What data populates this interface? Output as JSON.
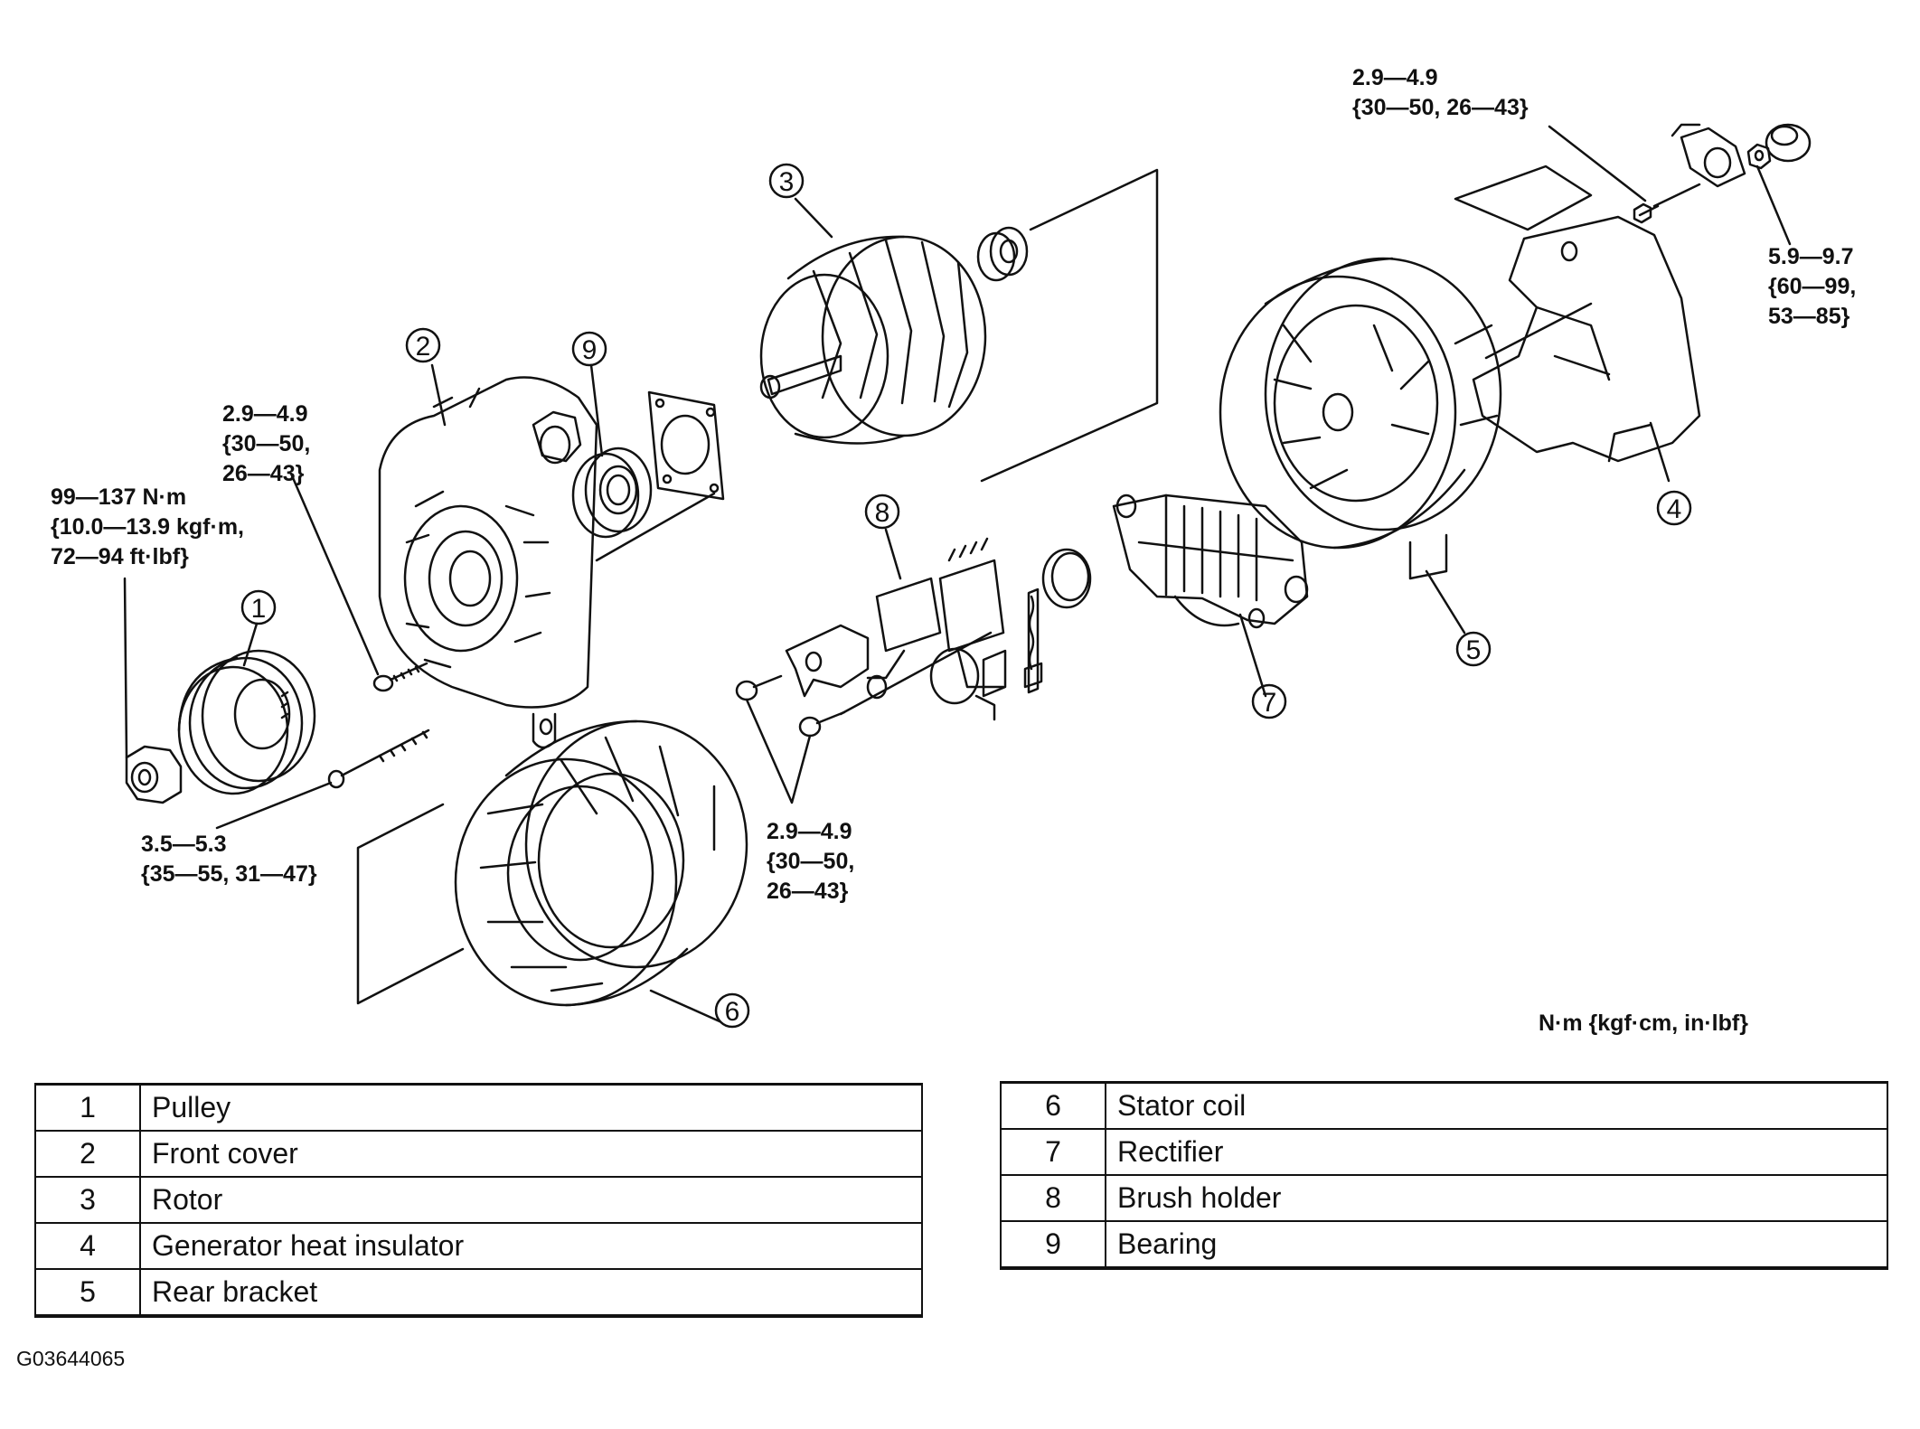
{
  "torque_specs": {
    "pulley_nut": [
      "99—137 N·m",
      "{10.0—13.9 kgf·m,",
      "72—94 ft·lbf}"
    ],
    "front_cover_bolt": [
      "2.9—4.9",
      "{30—50,",
      "26—43}"
    ],
    "through_bolt": [
      "3.5—5.3",
      "{35—55, 31—47}"
    ],
    "brush_holder_screws": [
      "2.9—4.9",
      "{30—50,",
      "26—43}"
    ],
    "rear_bolt": [
      "2.9—4.9",
      "{30—50, 26—43}"
    ],
    "terminal_nut": [
      "5.9—9.7",
      "{60—99,",
      "53—85}"
    ]
  },
  "units": "N·m {kgf·cm, in·lbf}",
  "callouts": [
    "1",
    "2",
    "3",
    "4",
    "5",
    "6",
    "7",
    "8",
    "9"
  ],
  "legend_left": [
    {
      "num": "1",
      "name": "Pulley"
    },
    {
      "num": "2",
      "name": "Front cover"
    },
    {
      "num": "3",
      "name": "Rotor"
    },
    {
      "num": "4",
      "name": "Generator heat insulator"
    },
    {
      "num": "5",
      "name": "Rear bracket"
    }
  ],
  "legend_right": [
    {
      "num": "6",
      "name": "Stator coil"
    },
    {
      "num": "7",
      "name": "Rectifier"
    },
    {
      "num": "8",
      "name": "Brush holder"
    },
    {
      "num": "9",
      "name": "Bearing"
    }
  ],
  "figure_id": "G03644065"
}
